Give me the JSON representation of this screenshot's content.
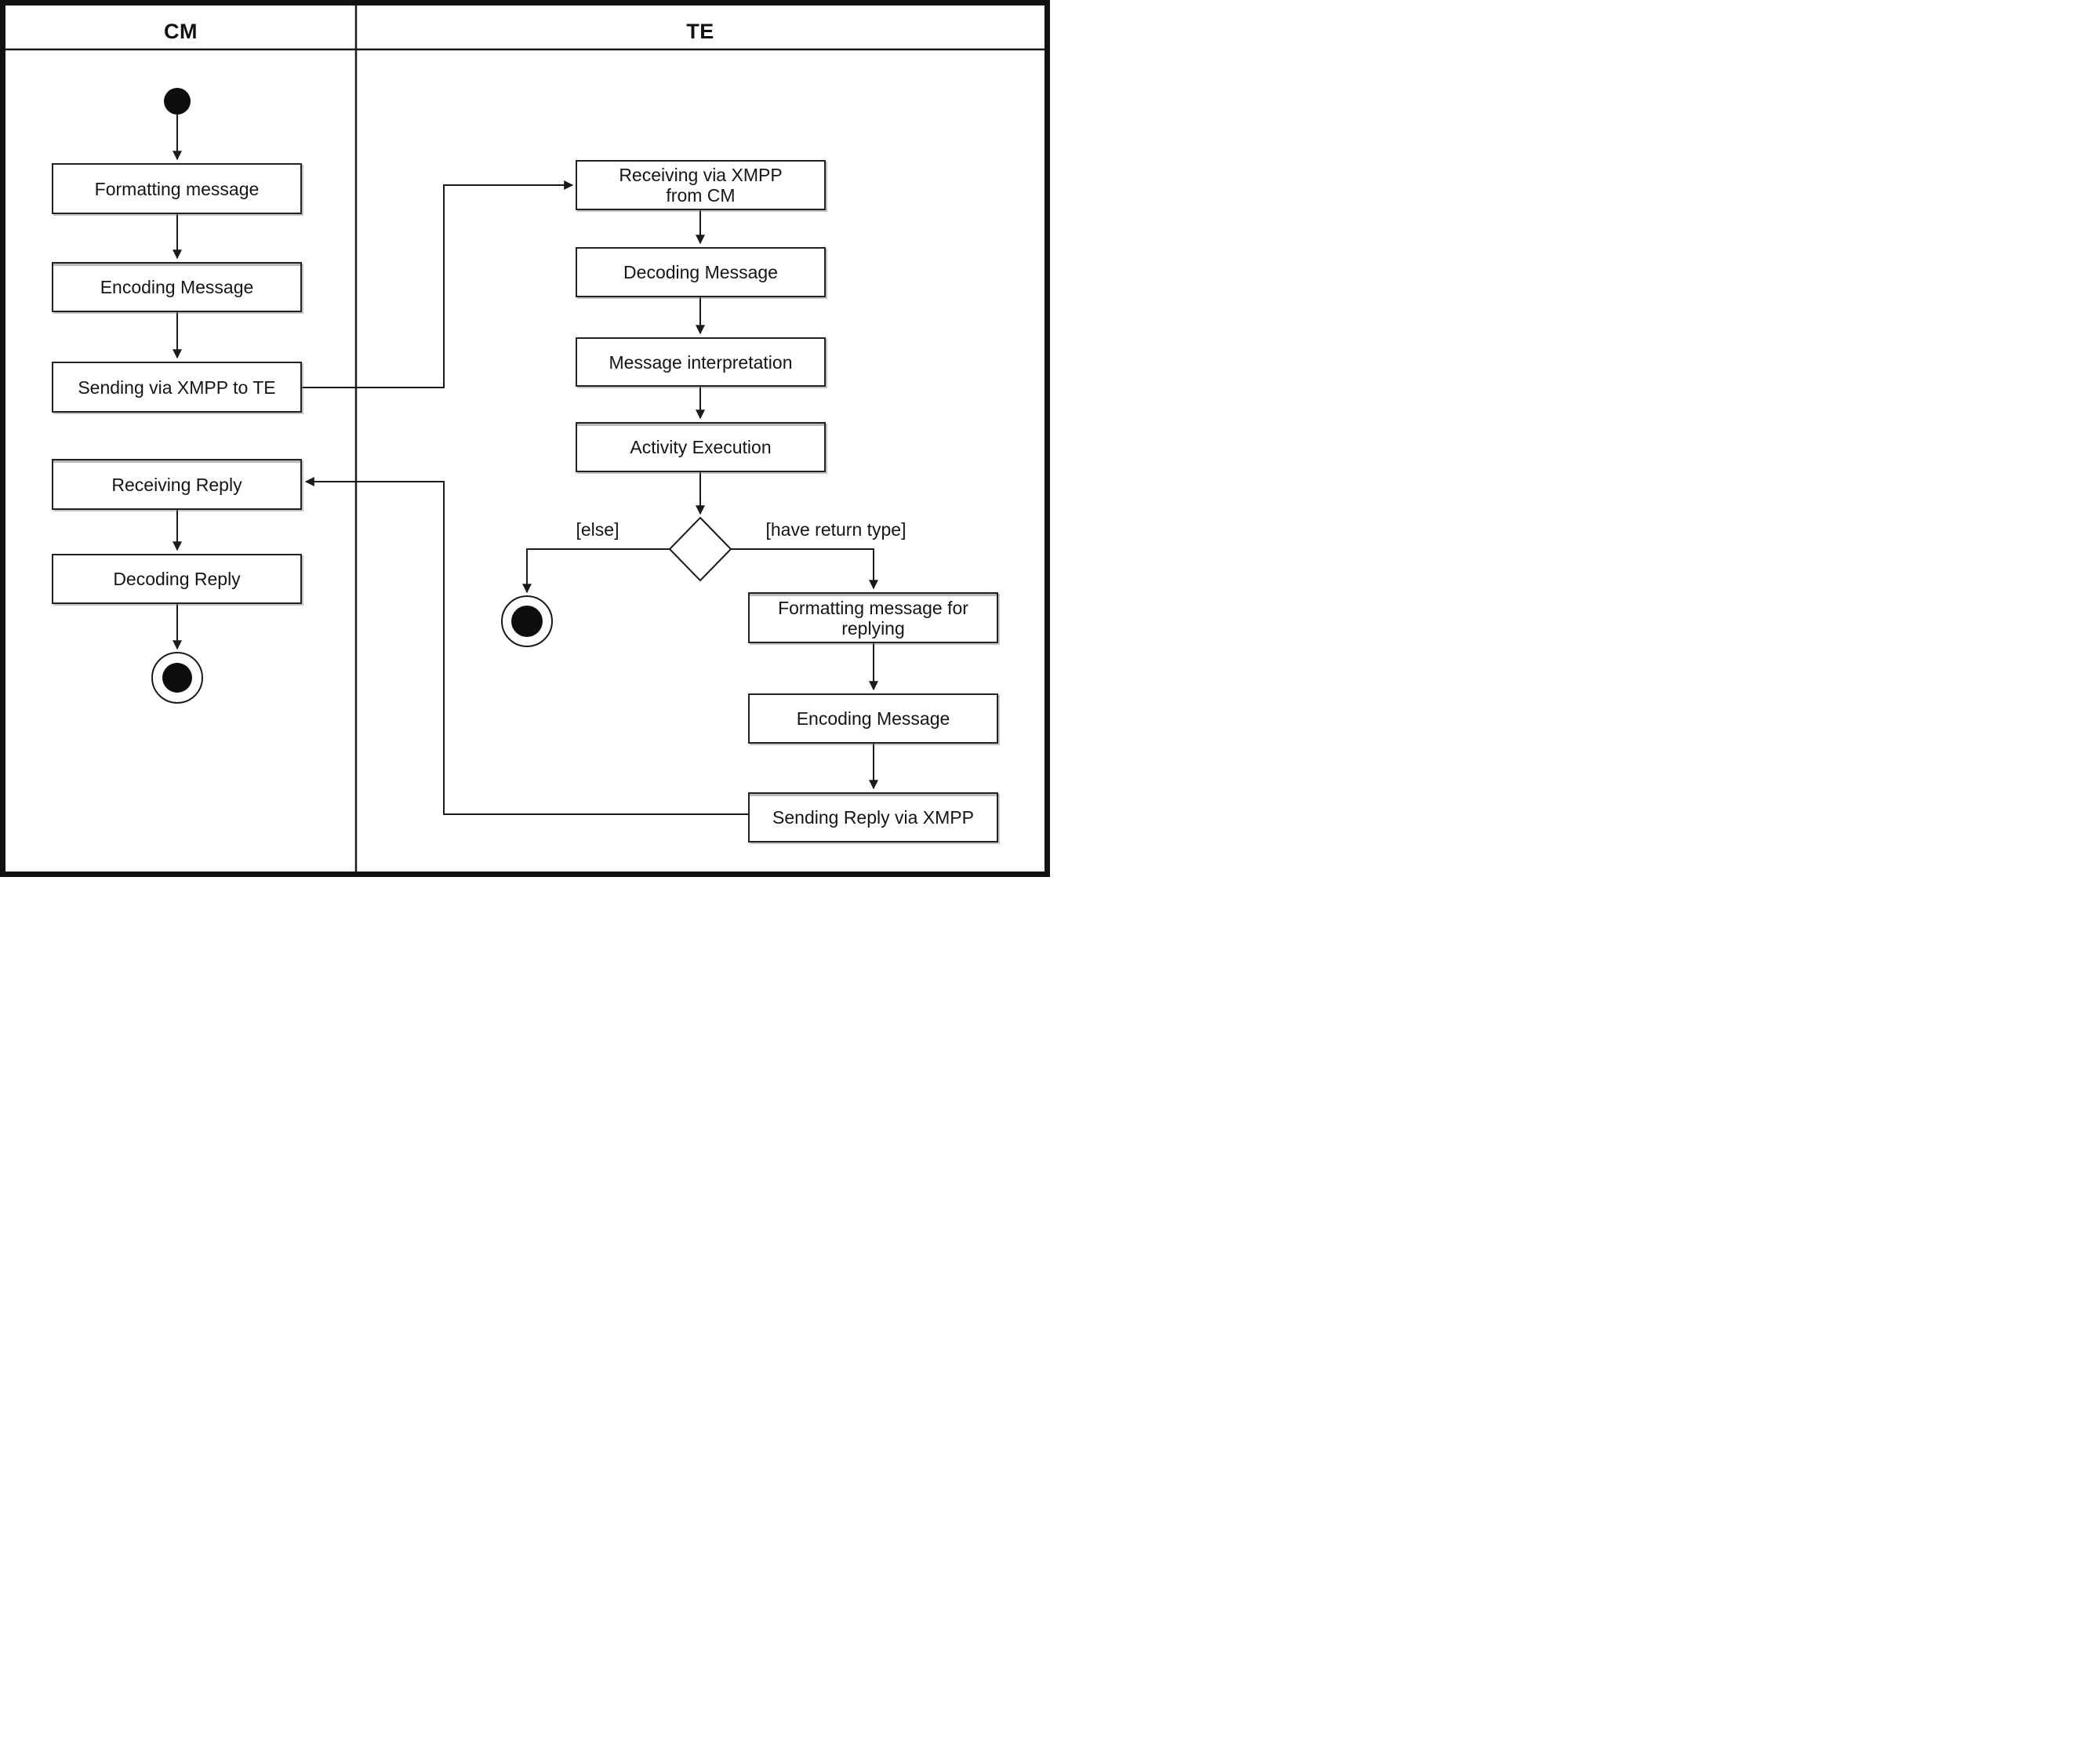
{
  "lanes": {
    "cm_label": "CM",
    "te_label": "TE"
  },
  "cm": {
    "formatting": "Formatting message",
    "encoding": "Encoding Message",
    "sending": "Sending via XMPP to TE",
    "receiving_reply": "Receiving Reply",
    "decoding_reply": "Decoding Reply"
  },
  "te": {
    "receiving": "Receiving via XMPP from CM",
    "decoding": "Decoding Message",
    "interpretation": "Message interpretation",
    "execution": "Activity Execution",
    "formatting_reply": "Formatting message for replying",
    "encoding": "Encoding Message",
    "sending_reply": "Sending Reply via XMPP"
  },
  "guards": {
    "else": "[else]",
    "have_return_type": "[have return type]"
  },
  "nodes": {
    "initial_node": "initial-node",
    "cm_final_node": "activity-final-node",
    "te_final_node": "activity-final-node",
    "decision_node": "decision-diamond"
  },
  "colors": {
    "ink": "#1a1a1a",
    "background": "#ffffff",
    "shadow": "#9a9a9a"
  }
}
